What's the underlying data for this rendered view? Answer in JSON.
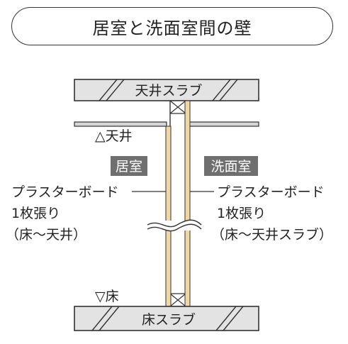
{
  "title": "居室と洗面室間の壁",
  "slab_top_label": "天井スラブ",
  "slab_bottom_label": "床スラブ",
  "ceiling_marker": "△天井",
  "floor_marker": "▽床",
  "room_left": {
    "badge": "居室",
    "line1": "プラスターボード",
    "line2": "1枚張り",
    "line3": "（床～天井）"
  },
  "room_right": {
    "badge": "洗面室",
    "line1": "プラスターボード",
    "line2": "1枚張り",
    "line3": "（床～天井スラブ）"
  },
  "colors": {
    "slab": "#e3e3e3",
    "board": "#f1d7a6",
    "badge": "#6f6f6f",
    "line": "#333333"
  }
}
